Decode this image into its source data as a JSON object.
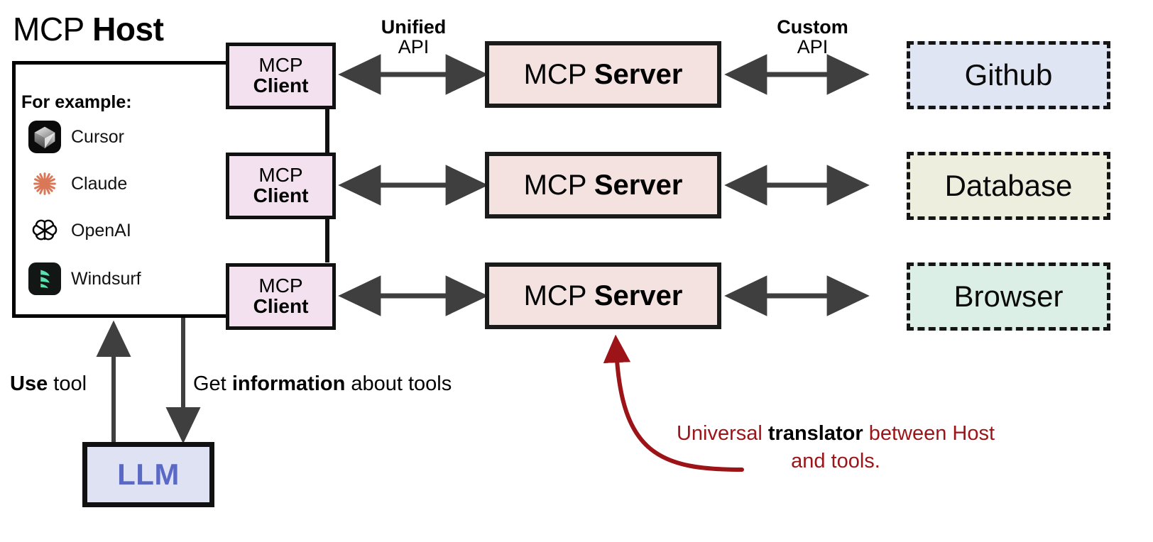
{
  "diagram": {
    "title_plain": "MCP ",
    "title_bold": "Host",
    "for_example_label": "For example:",
    "examples": [
      {
        "name": "Cursor",
        "icon": "cursor-icon"
      },
      {
        "name": "Claude",
        "icon": "claude-icon"
      },
      {
        "name": "OpenAI",
        "icon": "openai-icon"
      },
      {
        "name": "Windsurf",
        "icon": "windsurf-icon"
      }
    ],
    "clients": [
      {
        "line1": "MCP",
        "line2": "Client"
      },
      {
        "line1": "MCP",
        "line2": "Client"
      },
      {
        "line1": "MCP",
        "line2": "Client"
      }
    ],
    "servers": [
      {
        "plain": "MCP ",
        "bold": "Server"
      },
      {
        "plain": "MCP ",
        "bold": "Server"
      },
      {
        "plain": "MCP ",
        "bold": "Server"
      }
    ],
    "resources": [
      {
        "label": "Github",
        "color": "#dfe5f3"
      },
      {
        "label": "Database",
        "color": "#edeede"
      },
      {
        "label": "Browser",
        "color": "#dcefe7"
      }
    ],
    "api_labels": {
      "left": {
        "top": "Unified",
        "bottom": "API"
      },
      "right": {
        "top": "Custom",
        "bottom": "API"
      }
    },
    "llm": {
      "label": "LLM",
      "text_color": "#5a69c4",
      "fill": "#dee2f3"
    },
    "flow_labels": {
      "use_tool_bold": "Use",
      "use_tool_rest": " tool",
      "get_info_pre": "Get ",
      "get_info_bold": "information",
      "get_info_post": " about tools"
    },
    "annotation": {
      "pre": "Universal ",
      "bold": "translator",
      "post": " between Host and tools.",
      "color": "#9c1418"
    },
    "colors": {
      "client_fill": "#f4e1f0",
      "server_fill": "#f3e2e0",
      "arrow": "#3f3f3f",
      "outline": "#111111",
      "annotation_red": "#9c1418",
      "claude_orange": "#d97757",
      "windsurf_green": "#58e0ad"
    }
  }
}
